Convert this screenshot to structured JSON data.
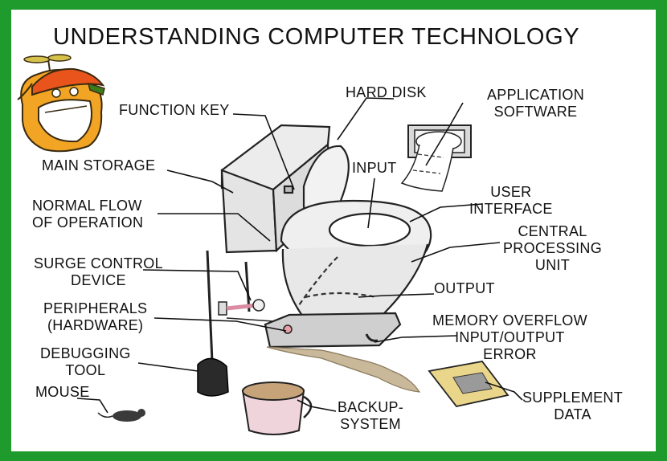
{
  "title": "UNDERSTANDING COMPUTER TECHNOLOGY",
  "colors": {
    "border": "#1f9a2c",
    "mascot_face": "#f2a524",
    "mascot_cap": "#e8541c"
  },
  "labels": {
    "hard_disk": "HARD DISK",
    "application_software": "APPLICATION\nSOFTWARE",
    "function_key": "FUNCTION KEY",
    "main_storage": "MAIN STORAGE",
    "input": "INPUT",
    "normal_flow": "NORMAL FLOW\nOF OPERATION",
    "user_interface": "USER\nINTERFACE",
    "cpu": "CENTRAL\nPROCESSING\nUNIT",
    "surge_control": "SURGE CONTROL\nDEVICE",
    "output": "OUTPUT",
    "peripherals": "PERIPHERALS\n(HARDWARE)",
    "memory_overflow": "MEMORY OVERFLOW\nINPUT/OUTPUT\nERROR",
    "debugging_tool": "DEBUGGING\nTOOL",
    "mouse": "MOUSE",
    "supplement_data": "SUPPLEMENT\nDATA",
    "backup_system": "BACKUP-\nSYSTEM"
  }
}
